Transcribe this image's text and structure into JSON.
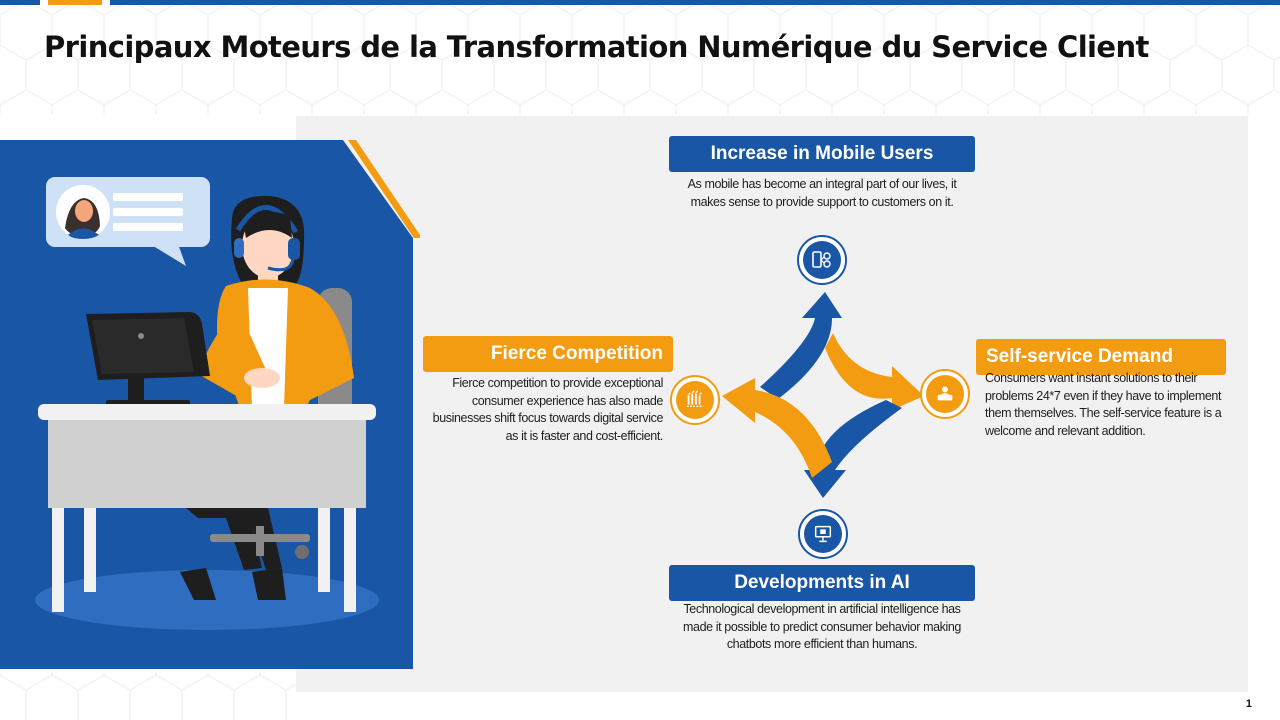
{
  "title": "Principaux Moteurs de la Transformation Numérique du Service Client",
  "drivers": {
    "top": {
      "label": "Increase in Mobile Users",
      "text": "As mobile has become an integral part of our lives, it makes sense to provide support to customers on it.",
      "icon": "mobile-devices-icon"
    },
    "right": {
      "label": "Self-service Demand",
      "text": "Consumers want instant solutions to their problems 24*7 even if they have to implement them themselves. The self-service feature is a welcome and relevant addition.",
      "icon": "self-service-kiosk-icon"
    },
    "bottom": {
      "label": "Developments in AI",
      "text": "Technological development in artificial intelligence has made it possible to predict consumer behavior making chatbots more efficient than humans.",
      "icon": "ai-computer-icon"
    },
    "left": {
      "label": "Fierce Competition",
      "text": "Fierce competition to provide exceptional consumer experience has also made businesses shift focus towards digital service as it is faster and cost-efficient.",
      "icon": "competition-pillars-icon"
    }
  },
  "page_number": "1",
  "colors": {
    "blue": "#1a56a6",
    "orange": "#f39c12",
    "panel": "#f1f1f1"
  }
}
